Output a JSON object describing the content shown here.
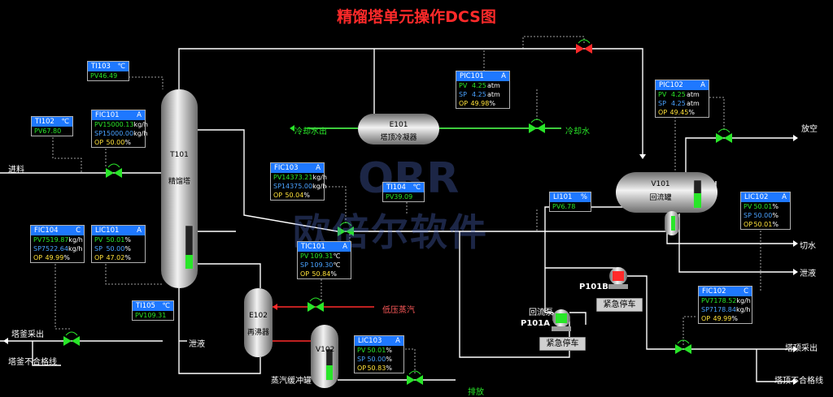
{
  "title": "精馏塔单元操作DCS图",
  "watermark": {
    "logo": "ORR",
    "text": "欧倍尔软件"
  },
  "equipment": {
    "t101": {
      "tag": "T101",
      "name": "精馏塔",
      "level": 0.3
    },
    "e101": {
      "tag": "E101",
      "name": "塔顶冷凝器"
    },
    "v101": {
      "tag": "V101",
      "name": "回流罐",
      "level": 0.55
    },
    "e102": {
      "tag": "E102",
      "name": "再沸器"
    },
    "v102": {
      "tag": "V102",
      "name": "蒸汽缓冲罐",
      "level": 0.5
    },
    "p101a": {
      "tag": "P101A",
      "name": "回流泵"
    },
    "p101b": {
      "tag": "P101B"
    }
  },
  "streams": {
    "feed": "进料",
    "cw_out": "冷却水出",
    "cw_in": "冷却水",
    "vent": "放空",
    "cut_water": "切水",
    "spill1": "泄液",
    "spill2": "泄液",
    "lp_steam": "低压蒸汽",
    "bottoms": "塔釜采出",
    "bottoms_off": "塔釜不合格线",
    "top_product": "塔顶采出",
    "top_off": "塔顶不合格线",
    "drain": "排放"
  },
  "buttons": {
    "stop_b": "紧急停车",
    "stop_a": "紧急停车"
  },
  "faceplates": {
    "ti103": {
      "tag": "TI103",
      "mode": "℃",
      "rows": [
        {
          "k": "PV",
          "v": "46.49",
          "u": ""
        }
      ]
    },
    "ti102": {
      "tag": "TI102",
      "mode": "℃",
      "rows": [
        {
          "k": "PV",
          "v": "67.80",
          "u": ""
        }
      ]
    },
    "fic101": {
      "tag": "FIC101",
      "mode": "A",
      "rows": [
        {
          "k": "PV",
          "v": "15000.13",
          "u": "kg/h"
        },
        {
          "k": "SP",
          "v": "15000.00",
          "u": "kg/h"
        },
        {
          "k": "OP",
          "v": "50.00",
          "u": "%"
        }
      ]
    },
    "pic101": {
      "tag": "PIC101",
      "mode": "A",
      "rows": [
        {
          "k": "PV",
          "v": "4.25",
          "u": "atm"
        },
        {
          "k": "SP",
          "v": "4.25",
          "u": "atm"
        },
        {
          "k": "OP",
          "v": "49.98",
          "u": "%"
        }
      ]
    },
    "pic102": {
      "tag": "PIC102",
      "mode": "A",
      "rows": [
        {
          "k": "PV",
          "v": "4.25",
          "u": "atm"
        },
        {
          "k": "SP",
          "v": "4.25",
          "u": "atm"
        },
        {
          "k": "OP",
          "v": "49.45",
          "u": "%"
        }
      ]
    },
    "fic103": {
      "tag": "FIC103",
      "mode": "A",
      "rows": [
        {
          "k": "PV",
          "v": "14373.21",
          "u": "kg/h"
        },
        {
          "k": "SP",
          "v": "14375.00",
          "u": "kg/h"
        },
        {
          "k": "OP",
          "v": "50.04",
          "u": "%"
        }
      ]
    },
    "ti104": {
      "tag": "TI104",
      "mode": "℃",
      "rows": [
        {
          "k": "PV",
          "v": "39.09",
          "u": ""
        }
      ]
    },
    "li101": {
      "tag": "LI101",
      "mode": "%",
      "rows": [
        {
          "k": "PV",
          "v": "6.78",
          "u": ""
        }
      ]
    },
    "lic102": {
      "tag": "LIC102",
      "mode": "A",
      "rows": [
        {
          "k": "PV",
          "v": "50.01",
          "u": "%"
        },
        {
          "k": "SP",
          "v": "50.00",
          "u": "%"
        },
        {
          "k": "OP",
          "v": "50.01",
          "u": "%"
        }
      ]
    },
    "fic104": {
      "tag": "FIC104",
      "mode": "C",
      "rows": [
        {
          "k": "PV",
          "v": "7519.87",
          "u": "kg/h"
        },
        {
          "k": "SP",
          "v": "7522.64",
          "u": "kg/h"
        },
        {
          "k": "OP",
          "v": "49.99",
          "u": "%"
        }
      ]
    },
    "lic101": {
      "tag": "LIC101",
      "mode": "A",
      "rows": [
        {
          "k": "PV",
          "v": "50.01",
          "u": "%"
        },
        {
          "k": "SP",
          "v": "50.00",
          "u": "%"
        },
        {
          "k": "OP",
          "v": "47.02",
          "u": "%"
        }
      ]
    },
    "tic101": {
      "tag": "TIC101",
      "mode": "A",
      "rows": [
        {
          "k": "PV",
          "v": "109.31",
          "u": "℃"
        },
        {
          "k": "SP",
          "v": "109.30",
          "u": "℃"
        },
        {
          "k": "OP",
          "v": "50.84",
          "u": "%"
        }
      ]
    },
    "ti105": {
      "tag": "TI105",
      "mode": "℃",
      "rows": [
        {
          "k": "PV",
          "v": "109.31",
          "u": ""
        }
      ]
    },
    "fic102": {
      "tag": "FIC102",
      "mode": "C",
      "rows": [
        {
          "k": "PV",
          "v": "7178.52",
          "u": "kg/h"
        },
        {
          "k": "SP",
          "v": "7178.84",
          "u": "kg/h"
        },
        {
          "k": "OP",
          "v": "49.99",
          "u": "%"
        }
      ]
    },
    "lic103": {
      "tag": "LIC103",
      "mode": "A",
      "rows": [
        {
          "k": "PV",
          "v": "50.01",
          "u": "%"
        },
        {
          "k": "SP",
          "v": "50.00",
          "u": "%"
        },
        {
          "k": "OP",
          "v": "50.83",
          "u": "%"
        }
      ]
    }
  },
  "colors": {
    "header": "#1e78ff",
    "pv": "#29e629",
    "sp": "#4aa3ff",
    "op": "#ffe23a",
    "valve_ok": "#29e629",
    "valve_alarm": "#ff2a2a"
  }
}
